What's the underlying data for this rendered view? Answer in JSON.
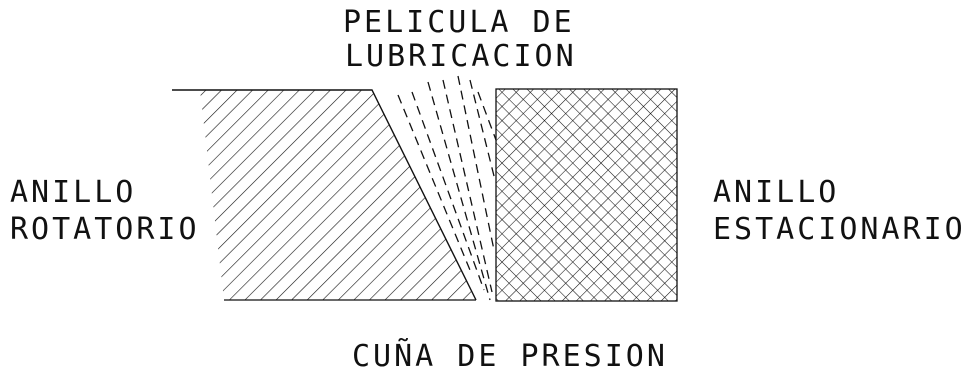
{
  "labels": {
    "lubrication_film_line1": "PELICULA DE",
    "lubrication_film_line2": "LUBRICACION",
    "rotating_ring_line1": "ANILLO",
    "rotating_ring_line2": "ROTATORIO",
    "stationary_ring_line1": "ANILLO",
    "stationary_ring_line2": "ESTACIONARIO",
    "pressure_wedge": "CUÑA DE PRESION"
  },
  "colors": {
    "ink": "#111111",
    "background": "#ffffff"
  }
}
